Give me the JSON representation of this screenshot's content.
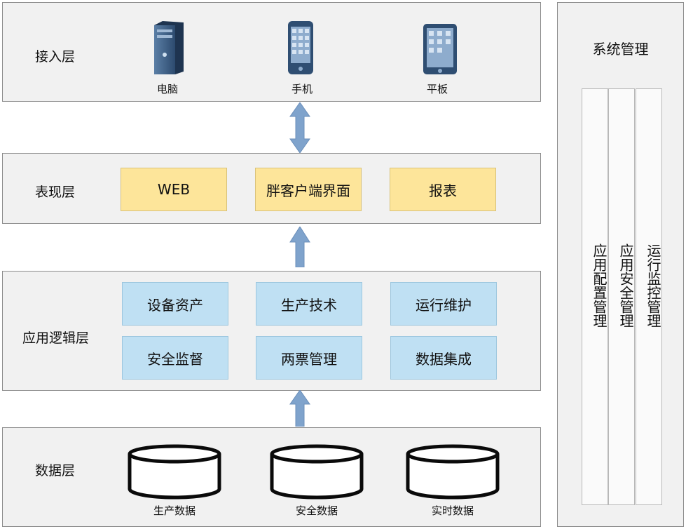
{
  "layers": {
    "access": {
      "title": "接入层",
      "devices": [
        {
          "label": "电脑",
          "icon": "desktop-computer-icon"
        },
        {
          "label": "手机",
          "icon": "mobile-phone-icon"
        },
        {
          "label": "平板",
          "icon": "tablet-icon"
        }
      ]
    },
    "presentation": {
      "title": "表现层",
      "items": [
        "WEB",
        "胖客户端界面",
        "报表"
      ]
    },
    "logic": {
      "title": "应用逻辑层",
      "items": [
        "设备资产",
        "生产技术",
        "运行维护",
        "安全监督",
        "两票管理",
        "数据集成"
      ]
    },
    "data": {
      "title": "数据层",
      "stores": [
        "生产数据",
        "安全数据",
        "实时数据"
      ]
    }
  },
  "system": {
    "title": "系统管理",
    "columns": [
      "应用配置管理",
      "应用安全管理",
      "运行监控管理"
    ]
  },
  "colors": {
    "layer_bg": "#f1f1f1",
    "yellow_box": "#fde59a",
    "blue_box": "#bfe0f3",
    "arrow": "#7fa3cc"
  }
}
